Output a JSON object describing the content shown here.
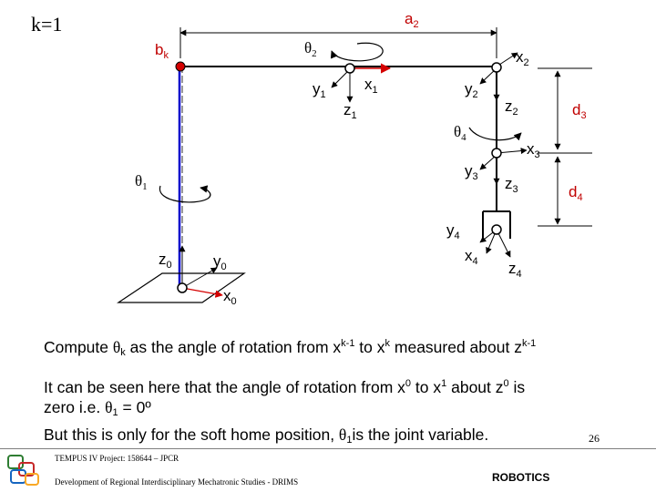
{
  "slide": {
    "k_value": "k=1",
    "diagram_labels": {
      "a": "a",
      "a_sub": "2",
      "b": "b",
      "b_sub": "k",
      "theta2": "θ",
      "theta2_sub": "2",
      "x2": "x",
      "x2_sub": "2",
      "y1": "y",
      "y1_sub": "1",
      "x1": "x",
      "x1_sub": "1",
      "z1": "z",
      "z1_sub": "1",
      "y2": "y",
      "y2_sub": "2",
      "z2": "z",
      "z2_sub": "2",
      "d3": "d",
      "d3_sub": "3",
      "theta4": "θ",
      "theta4_sub": "4",
      "x3": "x",
      "x3_sub": "3",
      "y3": "y",
      "y3_sub": "3",
      "z3": "z",
      "z3_sub": "3",
      "theta1": "θ",
      "theta1_sub": "1",
      "d4": "d",
      "d4_sub": "4",
      "y4": "y",
      "y4_sub": "4",
      "x4": "x",
      "x4_sub": "4",
      "z4": "z",
      "z4_sub": "4",
      "z0": "z",
      "z0_sub": "0",
      "y0": "y",
      "y0_sub": "0",
      "x0": "x",
      "x0_sub": "0"
    },
    "paragraphs": {
      "p1": {
        "t1": "Compute ",
        "theta": "θ",
        "theta_sub": "k",
        "t2": " as the angle of rotation from x",
        "sup1": "k-1",
        "t3": " to x",
        "sup2": "k",
        "t4": " measured about z",
        "sup3": "k-1"
      },
      "p2": {
        "t1": "It can be seen here that the angle of rotation from x",
        "sup1": "0",
        "t2": " to x",
        "sup2": "1",
        "t3": " about z",
        "sup3": "0",
        "t4": " is",
        "t5": "zero i.e. ",
        "theta": "θ",
        "theta_sub": "1",
        "t6": " = 0º"
      },
      "p3": {
        "t1": "But this is only for the soft home position, ",
        "theta": "θ",
        "theta_sub": "1",
        "t2": "is the joint variable."
      }
    },
    "footer": {
      "project": "TEMPUS IV Project: 158644 – JPCR",
      "program": "Development of Regional Interdisciplinary Mechatronic Studies - DRIMS",
      "page": "26",
      "brand": "ROBOTICS"
    },
    "colors": {
      "link_blue": "#0000cc",
      "dashed_link": "#333333",
      "red_axis": "#d40000",
      "joint_red": "#d40000"
    }
  }
}
